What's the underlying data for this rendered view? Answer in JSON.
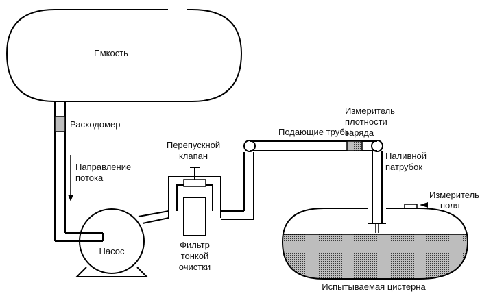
{
  "labels": {
    "tank": "Емкость",
    "flowmeter": "Расходомер",
    "flow_direction": [
      "Направление",
      "потока"
    ],
    "pump": "Насос",
    "bypass_valve": [
      "Перепускной",
      "клапан"
    ],
    "filter": [
      "Фильтр",
      "тонкой",
      "очистки"
    ],
    "supply_pipes": "Подающие трубы",
    "charge_density_meter": [
      "Измеритель",
      "плотности",
      "заряда"
    ],
    "fill_nozzle": [
      "Наливной",
      "патрубок"
    ],
    "field_meter": [
      "Измеритель",
      "поля"
    ],
    "test_tank": "Испытываемая цистерна"
  },
  "colors": {
    "line": "#000000",
    "liquid": "#7f7f7f",
    "flowmeter_band": "#555555",
    "density_band": "#555555",
    "background": "#ffffff"
  }
}
